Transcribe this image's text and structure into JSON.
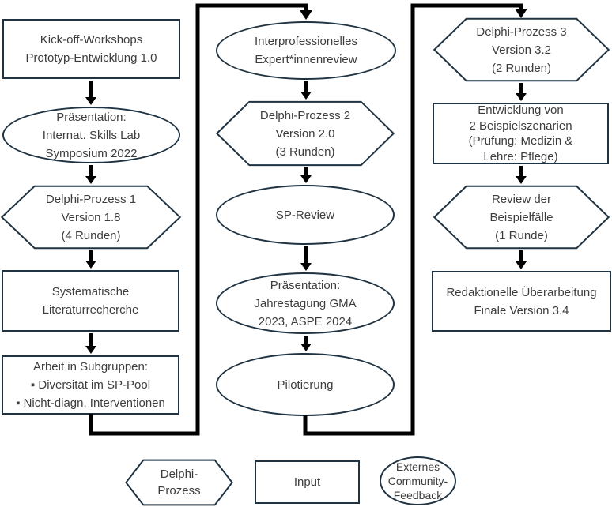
{
  "colors": {
    "shape-border": "#1f3342",
    "connector": "#000000",
    "text": "#3d3d3d",
    "fill": "#ffffff",
    "bg": "#ffffff"
  },
  "nodes": {
    "kickoff": {
      "shape": "rectangle",
      "label": "Kick-off-Workshops\nPrototyp-Entwicklung 1.0"
    },
    "symposium": {
      "shape": "ellipse",
      "label": "Präsentation:\nInternat. Skills Lab\nSymposium 2022"
    },
    "delphi1": {
      "shape": "hexagon",
      "label": "Delphi-Prozess 1\nVersion 1.8\n(4 Runden)"
    },
    "literatur": {
      "shape": "rectangle",
      "label": "Systematische\nLiteraturrecherche"
    },
    "subgruppen": {
      "shape": "rectangle",
      "label": "Arbeit in Subgruppen:\n▪ Diversität im SP-Pool\n▪ Nicht-diagn. Interventionen"
    },
    "expertreview": {
      "shape": "ellipse",
      "label": "Interprofessionelles\nExpert*innenreview"
    },
    "delphi2": {
      "shape": "hexagon",
      "label": "Delphi-Prozess 2\nVersion 2.0\n(3 Runden)"
    },
    "spreview": {
      "shape": "ellipse",
      "label": "SP-Review"
    },
    "jahrestagung": {
      "shape": "ellipse",
      "label": "Präsentation:\nJahrestagung GMA\n2023, ASPE 2024"
    },
    "pilotierung": {
      "shape": "ellipse",
      "label": "Pilotierung"
    },
    "delphi3": {
      "shape": "hexagon",
      "label": "Delphi-Prozess 3\nVersion 3.2\n(2 Runden)"
    },
    "beispielszenarien": {
      "shape": "rectangle",
      "label": "Entwicklung von\n2 Beispielszenarien\n(Prüfung: Medizin &\nLehre: Pflege)"
    },
    "reviewfaelle": {
      "shape": "hexagon",
      "label": "Review der\nBeispielfälle\n(1 Runde)"
    },
    "redaktionell": {
      "shape": "rectangle",
      "label": "Redaktionelle Überarbeitung\nFinale Version 3.4"
    }
  },
  "legend": {
    "delphi": {
      "shape": "hexagon",
      "label": "Delphi-\nProzess"
    },
    "input": {
      "shape": "rectangle",
      "label": "Input"
    },
    "external": {
      "shape": "ellipse",
      "label": "Externes\nCommunity-\nFeedback"
    }
  }
}
